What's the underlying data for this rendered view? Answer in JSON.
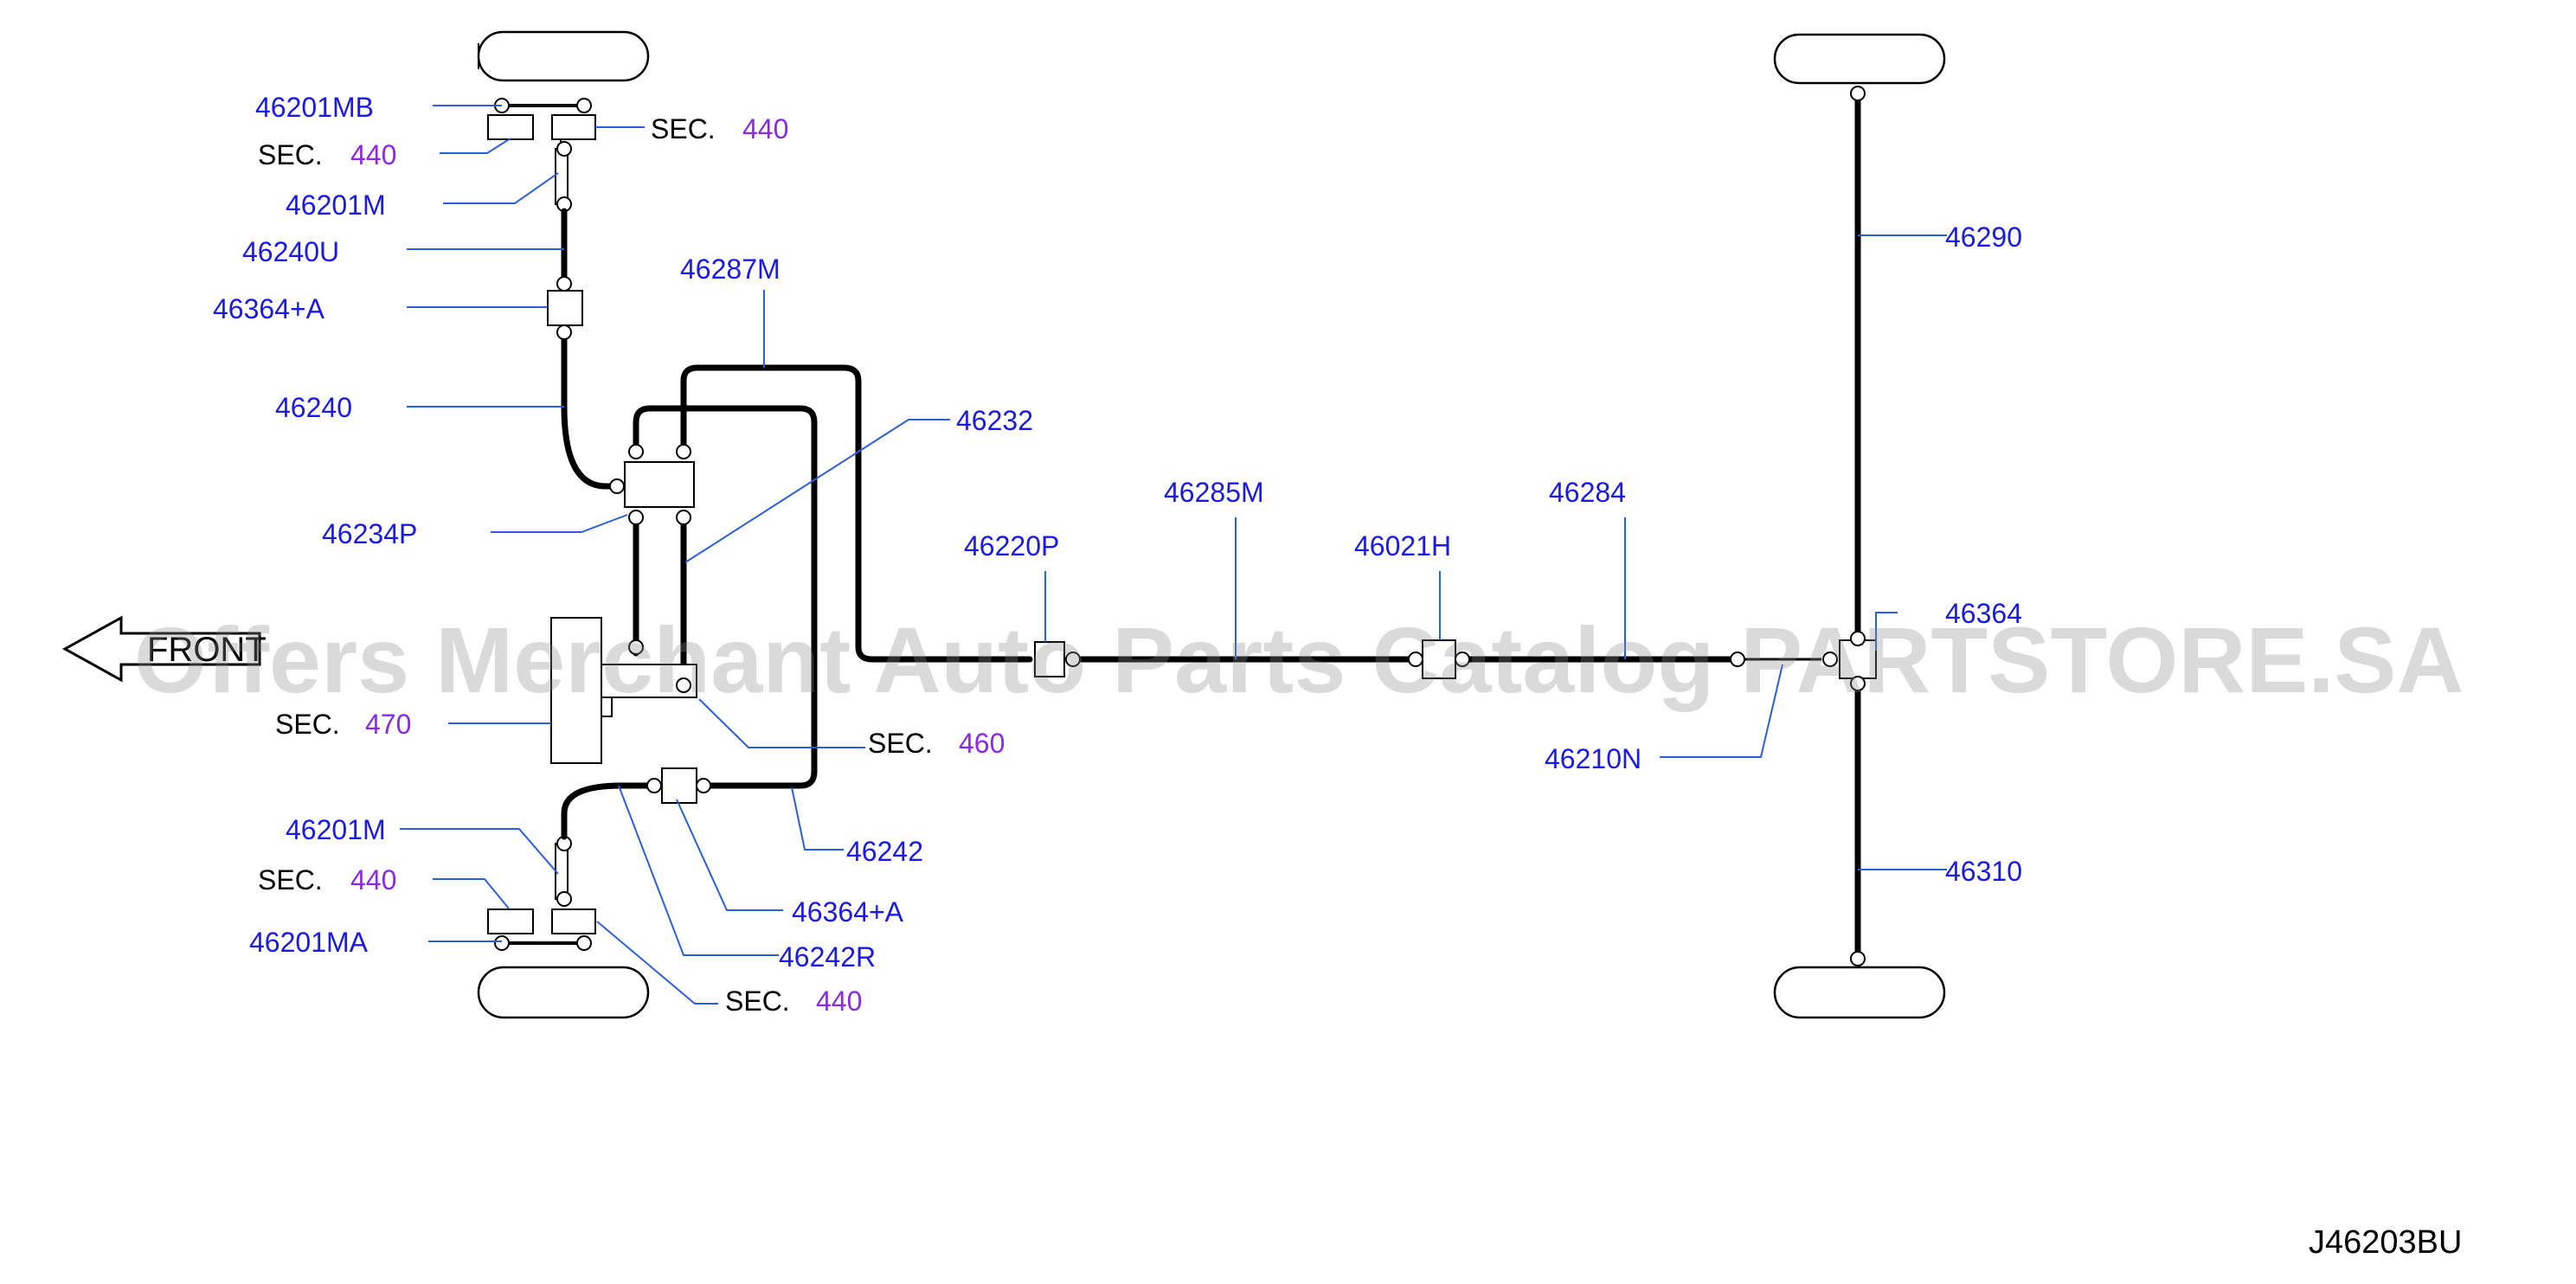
{
  "diagram_code": "J46203BU",
  "watermark": "Offers Merchant Auto Parts Catalog PARTSTORE.SA",
  "front_label": "FRONT",
  "colors": {
    "part_number": "#1a1ae6",
    "section_number": "#8a2be2",
    "leader": "#2b5fd9",
    "pipe": "#000000"
  },
  "labels": {
    "p46201MB": "46201MB",
    "p46201M_top": "46201M",
    "p46240U": "46240U",
    "p46364A_top": "46364+A",
    "p46240": "46240",
    "p46234P": "46234P",
    "p46287M": "46287M",
    "p46232": "46232",
    "p46220P": "46220P",
    "p46285M": "46285M",
    "p46021H": "46021H",
    "p46284": "46284",
    "p46290": "46290",
    "p46364": "46364",
    "p46210N": "46210N",
    "p46310": "46310",
    "p46242": "46242",
    "p46364A_bot": "46364+A",
    "p46242R": "46242R",
    "p46201M_bot": "46201M",
    "p46201MA": "46201MA"
  },
  "sections": {
    "word": "SEC.",
    "tl_left": "440",
    "tl_right": "440",
    "mid_470": "470",
    "mid_460": "460",
    "bl_left": "440",
    "bl_right": "440"
  }
}
